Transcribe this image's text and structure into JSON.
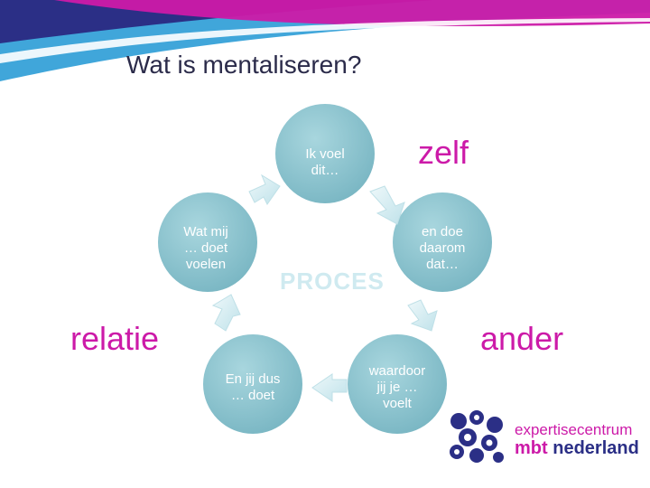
{
  "title": "Wat is mentaliseren?",
  "nodes": {
    "ik_voel": "Ik voel\ndit…",
    "en_doe": "en doe\ndaarom\ndat…",
    "waardoor": "waardoor\njij je …\nvoelt",
    "en_jij": "En jij dus\n… doet",
    "wat_mij": "Wat mij\n… doet\nvoelen"
  },
  "labels": {
    "zelf": "zelf",
    "ander": "ander",
    "relatie": "relatie",
    "proces": "PROCES"
  },
  "logo": {
    "line1": "expertisecentrum",
    "mbt": "mbt",
    "nederland": "nederland"
  },
  "colors": {
    "node_fill": "#8fc5cf",
    "node_edge": "#6aa9b6",
    "arrow_fill": "#d6eef3",
    "accent_magenta": "#cc1aa8",
    "accent_navy": "#2b2f86",
    "header_blue": "#1f97d4"
  }
}
